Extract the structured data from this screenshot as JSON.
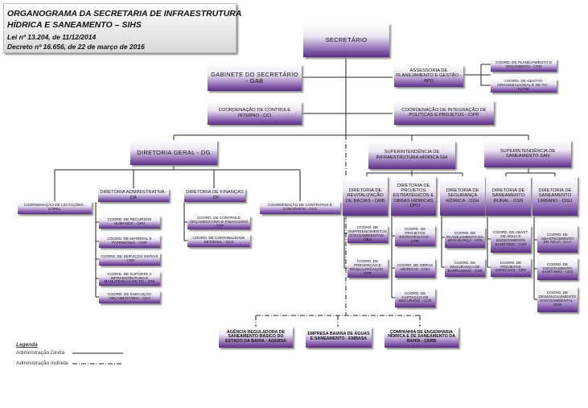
{
  "header": {
    "title_line1": "ORGANOGRAMA DA SECRETARIA DE INFRAESTRUTURA",
    "title_line2": "HÍDRICA E SANEAMENTO – SIHS",
    "law": "Lei nº 13.204, de 11/12/2014",
    "decree": "Decreto nº 16.656, de 22 de março de 2016"
  },
  "org": {
    "secretario": "SECRETÁRIO",
    "gabinete": "GABINETE DO SECRETÁRIO - GAB",
    "cci": "COORDENAÇÃO DE CONTROLE INTERNO - CCI",
    "apg": "ASSESSORIA DE PLANEJAMENTO E GESTÃO - APG",
    "cpo": "COORD. DE PLANEJAMENTO E ORÇAMENTO - CPO",
    "cotic": "COORD. DE GESTÃO ORGANIZACIONAL E DE TIC - COTIC",
    "cipp": "COORDENAÇÃO DE INTEGRAÇÃO DE POLÍTICAS E PROJETOS - CIPP",
    "dg": "DIRETORIA GERAL - DG",
    "sih": "SUPERINTENDÊNCIA DE INFRAESTRUTURA HÍDRICA SIH",
    "san": "SUPERINTENDÊNCIA DE SANEAMENTO SAN",
    "copel": "COORDENAÇÃO DE LICITAÇÕES - COPEL",
    "da": "DIRETORIA ADMINISTRATIVA - DA",
    "df": "DIRETORIA DE FINANÇAS - DF",
    "ccc": "COORDENAÇÃO DE CONTRATOS E CONVÊNIOS - CCC",
    "crh": "COORD. DE RECURSOS HUMANOS - CRH",
    "cmp": "COORD. DE MATERIAL E PATRIMÔNIO - CMP",
    "csg": "COORD. DE SERVIÇOS GERAIS - CSG",
    "cim": "COORD. DE SUPORTE À INFRAESTRUTURA E MANUTENÇÃO DE TIC - CIM",
    "ceo": "COORD. DE EXECUÇÃO ORÇAMENTÁRIA - CEO",
    "cof": "COORD. DE CONTROLE ORÇAMENTÁRIO E FINANCEIRO - COF",
    "ccs": "COORD. DE CONTABILIDADE SETORIAL - CCS",
    "drb": "DIRETORIA DE REVITALIZAÇÃO DE BACIAS - DRB",
    "dpo": "DIRETORIA DE PROJETOS ESTRATÉGICOS E OBRAS HÍDRICAS - DPO",
    "dsh": "DIRETORIA DE SEGURANÇA HÍDRICA - DSH",
    "dsr": "DIRETORIA DE SANEAMENTO RURAL - DSR",
    "dsu": "DIRETORIA DE SANEAMENTO URBANO - DSU",
    "cea": "COORD. DE EMPREENDIMENTOS SOCIOAMBIENTAIS - CEA",
    "cpr": "COORD. DE PREVENÇÃO E REQUALIFICAÇÃO - CPR",
    "cpe": "COORD. DE PROJETOS ESTRATÉGICOS - CPE",
    "coh": "COORD. DE OBRAS HÍDRICAS - COH",
    "ccr": "COORD. DE CAPTAÇÃO DE RECURSOS - CCR",
    "cps": "COORD. DE PLANEJAMENTO DA SEGURANÇA - CPS",
    "csb": "COORD. DE SEGURANÇA DE BARRAGENS - CSB",
    "car": "COORD. DE ABAST. DE ÁGUA E ESGOTAMENTO SANITÁRIO - CAR",
    "cpe2": "COORD. DE PROJETOS ESPECIAIS - CPE",
    "caa": "COORD. DE ABASTECIMENTO DE ÁGUA - CAA",
    "ces": "COORD. DE ESGOTAMENTO SANITÁRIO - CES",
    "cds": "COORD. DE DESENVOLVIMENTO SOCIOAMBIENTAL - CDS",
    "agersa": "AGÊNCIA REGULADORA DE SANEAMENTO BÁSICO DO ESTADO DA BAHIA - AGERSA",
    "embasa": "EMPRESA BAIANA DE ÁGUAS E SANEAMENTO - EMBASA",
    "cerb": "COMPANHIA DE ENGENHARIA HÍDRICA E DE SANEAMENTO DA BAHIA - CERB"
  },
  "legend": {
    "title": "Legenda",
    "direct": "Administração Direta",
    "indirect": "Administração Indireta"
  },
  "colors": {
    "box_light": "#ffffff",
    "box_dark": "#5b2f83",
    "line": "#222222"
  }
}
